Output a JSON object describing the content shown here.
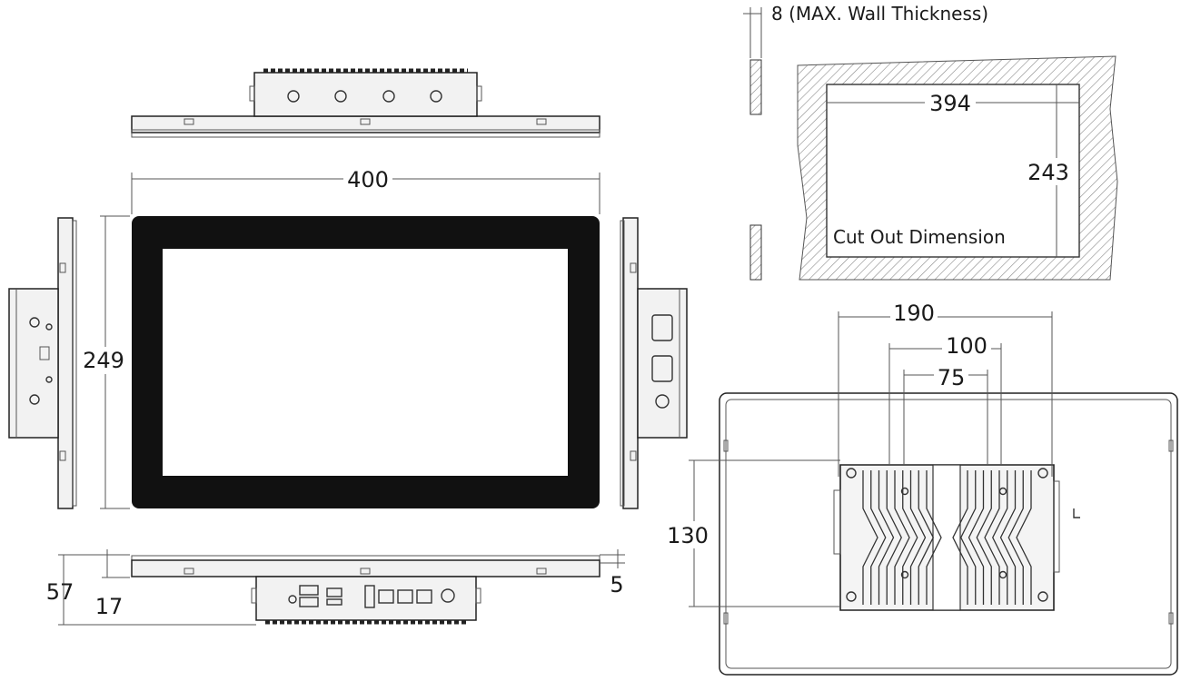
{
  "dimensions": {
    "width": "400",
    "height": "249",
    "depth_total": "57",
    "depth_panel": "17",
    "bezel": "5",
    "cutout_width": "394",
    "cutout_height": "243",
    "vesa_outer": "190",
    "vesa_mid": "100",
    "vesa_inner": "75",
    "mount_height": "130"
  },
  "labels": {
    "wall_thickness": "8 (MAX. Wall Thickness)",
    "cutout": "Cut Out Dimension"
  },
  "colors": {
    "line": "#333333",
    "screen_bezel": "#111111",
    "hatch": "#888888"
  }
}
